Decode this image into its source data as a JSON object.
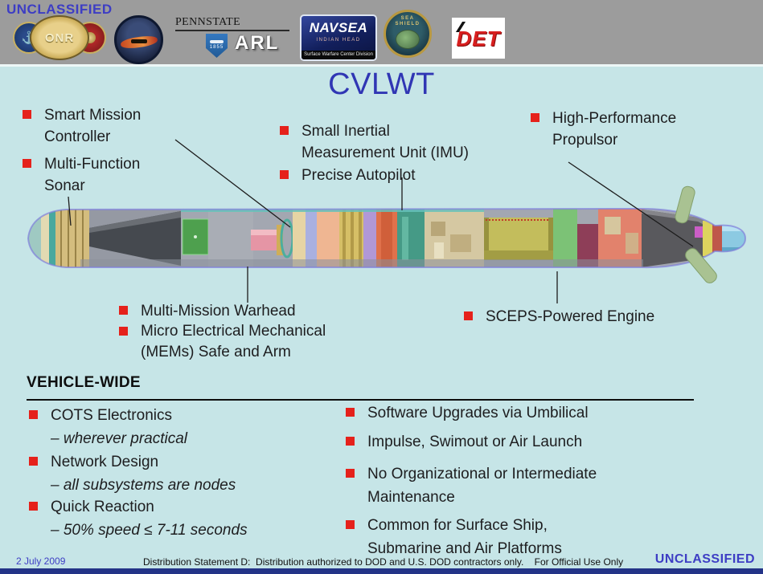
{
  "banner": {
    "classification": "UNCLASSIFIED",
    "logos": {
      "onr_label": "ONR",
      "pennstate_label": "PENNSTATE",
      "arl_shield_year": "1855",
      "arl_label": "ARL",
      "navsea_label": "NAVSEA",
      "navsea_subtitle": "INDIAN HEAD",
      "navsea_division": "Surface Warfare Center Division",
      "sea_shield_line1": "SEA",
      "sea_shield_line2": "SHIELD",
      "det_label": "DET"
    }
  },
  "title": "CVLWT",
  "component_callouts": {
    "smart_mission_controller": "Smart Mission\nController",
    "multi_function_sonar": "Multi-Function\nSonar",
    "imu": "Small Inertial\nMeasurement Unit (IMU)",
    "precise_autopilot": "Precise Autopilot",
    "high_performance_propulsor": "High-Performance\nPropulsor",
    "multi_mission_warhead": "Multi-Mission Warhead",
    "mems_safe_and_arm": "Micro Electrical Mechanical\n(MEMs) Safe and Arm",
    "sceps_engine": "SCEPS-Powered Engine"
  },
  "vehicle_wide": {
    "heading": "VEHICLE-WIDE",
    "left_items": [
      {
        "main": "COTS Electronics",
        "sub": "– wherever practical"
      },
      {
        "main": "Network Design",
        "sub": "– all subsystems are nodes"
      },
      {
        "main": "Quick Reaction",
        "sub": "– 50% speed ≤ 7-11 seconds"
      }
    ],
    "right_items": [
      "Software Upgrades via Umbilical",
      "Impulse, Swimout or Air Launch",
      "No Organizational or Intermediate\nMaintenance",
      "Common for Surface Ship,\nSubmarine and Air Platforms"
    ]
  },
  "footer": {
    "date": "2 July 2009",
    "distribution_statement": "Distribution Statement D:  Distribution authorized to DOD and U.S. DOD contractors only.    For Official Use Only",
    "classification": "UNCLASSIFIED"
  },
  "colors": {
    "bullet_red": "#e5211b",
    "title_blue": "#3036b4",
    "slide_background": "#c6e5e7",
    "banner_gray": "#9c9c9c",
    "bottom_bar_navy": "#233387"
  }
}
